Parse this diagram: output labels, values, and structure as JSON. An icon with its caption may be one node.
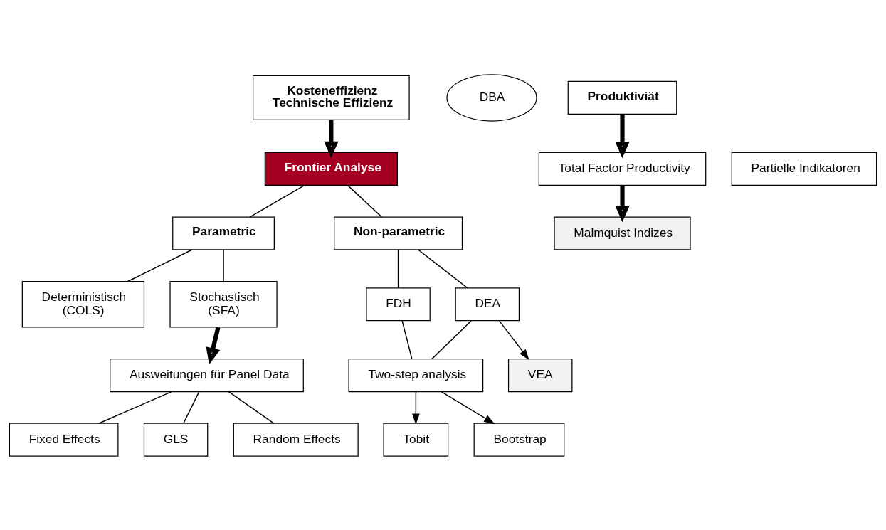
{
  "diagram": {
    "nodes": [
      {
        "text": [
          "Kosteneffizienz",
          "Technische Effizienz"
        ]
      },
      {
        "text": [
          "DBA"
        ]
      },
      {
        "text": [
          "Frontier Analyse"
        ]
      },
      {
        "text": [
          "Produktiviät"
        ]
      },
      {
        "text": [
          "Total Factor Productivity"
        ]
      },
      {
        "text": [
          "Partielle Indikatoren"
        ]
      },
      {
        "text": [
          "Malmquist Indizes"
        ]
      },
      {
        "text": [
          "Parametric"
        ]
      },
      {
        "text": [
          "Non-parametric"
        ]
      },
      {
        "text": [
          "VEA"
        ]
      },
      {
        "text": [
          "Deterministisch",
          "(COLS)"
        ]
      },
      {
        "text": [
          "Stochastisch",
          "(SFA)"
        ]
      },
      {
        "text": [
          "FDH"
        ]
      },
      {
        "text": [
          "DEA"
        ]
      },
      {
        "text": [
          "Two-step analysis"
        ]
      },
      {
        "text": [
          "Tobit"
        ]
      },
      {
        "text": [
          "Ausweitungen für Panel Data"
        ]
      },
      {
        "text": [
          "Bootstrap"
        ]
      },
      {
        "text": [
          "Fixed Effects"
        ]
      },
      {
        "text": [
          "GLS"
        ]
      },
      {
        "text": [
          "Random Effects"
        ]
      }
    ],
    "edges": [
      {
        "from": 0,
        "to": 2,
        "arrow": "to",
        "style": "thick"
      },
      {
        "from": 3,
        "to": 4,
        "arrow": "to",
        "style": "thick"
      },
      {
        "from": 4,
        "to": 6,
        "arrow": "to",
        "style": "thick"
      },
      {
        "from": 2,
        "to": 7,
        "arrow": "none"
      },
      {
        "from": 2,
        "to": 8,
        "arrow": "none"
      },
      {
        "from": 7,
        "to": 10,
        "arrow": "none"
      },
      {
        "from": 7,
        "to": 11,
        "arrow": "none"
      },
      {
        "from": 8,
        "to": 12,
        "arrow": "none"
      },
      {
        "from": 8,
        "to": 13,
        "arrow": "none"
      },
      {
        "from": 13,
        "to": 9,
        "arrow": "to"
      },
      {
        "from": 12,
        "to": 14,
        "arrow": "none"
      },
      {
        "from": 13,
        "to": 14,
        "arrow": "none"
      },
      {
        "from": 14,
        "to": 15,
        "arrow": "to"
      },
      {
        "from": 14,
        "to": 17,
        "arrow": "to"
      },
      {
        "from": 11,
        "to": 16,
        "arrow": "to",
        "style": "thick"
      },
      {
        "from": 16,
        "to": 18,
        "arrow": "none"
      },
      {
        "from": 16,
        "to": 19,
        "arrow": "none"
      },
      {
        "from": 16,
        "to": 20,
        "arrow": "none"
      }
    ]
  }
}
